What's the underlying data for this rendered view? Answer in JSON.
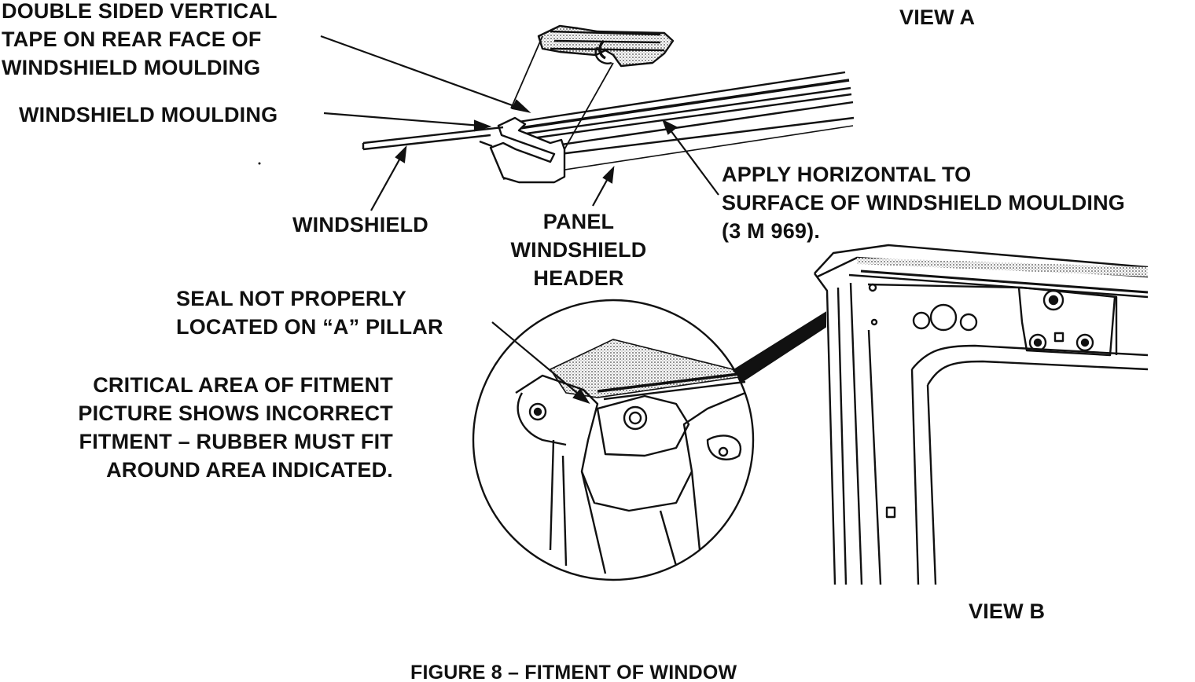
{
  "view_a": {
    "title": "VIEW A",
    "labels": {
      "tape": "DOUBLE SIDED VERTICAL\nTAPE ON REAR FACE OF\nWINDSHIELD MOULDING",
      "moulding": "WINDSHIELD MOULDING",
      "windshield": "WINDSHIELD",
      "panel": "PANEL\nWINDSHIELD\nHEADER",
      "apply": "APPLY HORIZONTAL TO\nSURFACE OF WINDSHIELD MOULDING\n(3 M 969)."
    }
  },
  "view_b": {
    "title": "VIEW B",
    "labels": {
      "seal": "SEAL NOT PROPERLY\nLOCATED ON “A” PILLAR",
      "critical": "CRITICAL AREA OF FITMENT\nPICTURE SHOWS INCORRECT\nFITMENT – RUBBER MUST FIT\nAROUND AREA INDICATED."
    }
  },
  "caption": "FIGURE 8 – FITMENT OF WINDOW"
}
